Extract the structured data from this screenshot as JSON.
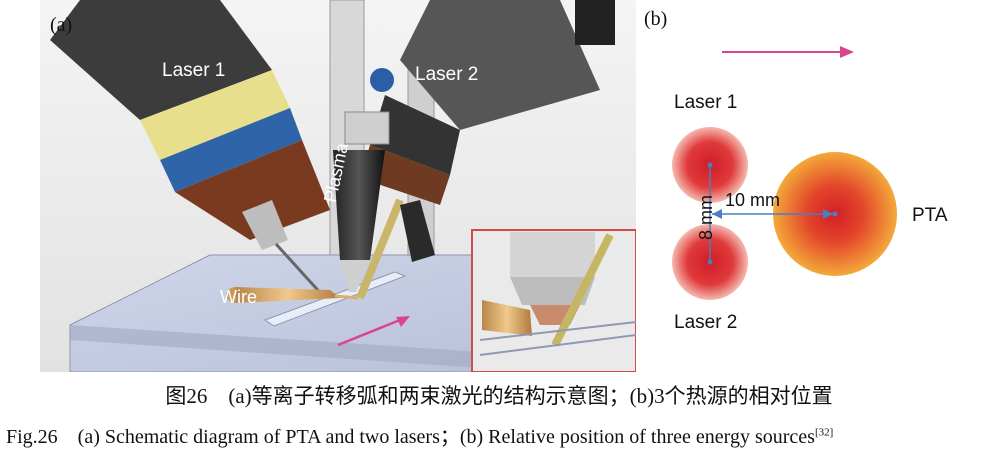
{
  "panel_a": {
    "tag": "(a)",
    "laser1_label": "Laser 1",
    "laser2_label": "Laser 2",
    "plasma_label": "Plasma",
    "wire_label": "Wire"
  },
  "panel_b": {
    "tag": "(b)",
    "laser1_label": "Laser 1",
    "laser2_label": "Laser 2",
    "pta_label": "PTA",
    "distance_horizontal": "10 mm",
    "distance_vertical": "8 mm"
  },
  "caption": {
    "chinese": "图26　(a)等离子转移弧和两束激光的结构示意图；(b)3个热源的相对位置",
    "english_prefix": "Fig.26　(a) Schematic diagram of PTA and two lasers；(b) Relative position of three energy sources",
    "english_ref": "[32]"
  },
  "colors": {
    "arrow": "#d9458a",
    "laser_spot_core": "#d21f2a",
    "pta_outer": "#f2a33a",
    "dimension_line": "#4a7fc0"
  }
}
